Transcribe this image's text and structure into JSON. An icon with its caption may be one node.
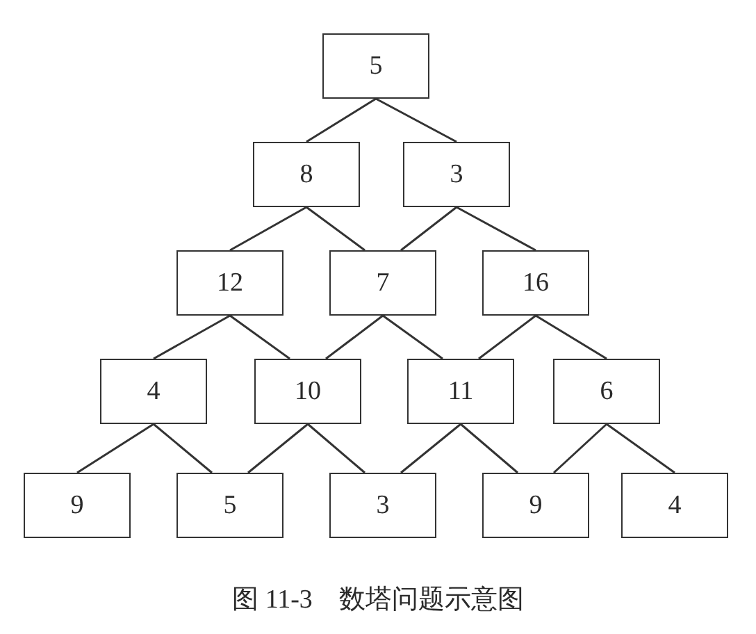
{
  "diagram": {
    "caption": "图 11-3　数塔问题示意图",
    "nodes": [
      {
        "text": [
          "5"
        ]
      },
      {
        "text": [
          "8"
        ]
      },
      {
        "text": [
          "3"
        ]
      },
      {
        "text": [
          "12"
        ]
      },
      {
        "text": [
          "7"
        ]
      },
      {
        "text": [
          "16"
        ]
      },
      {
        "text": [
          "4"
        ]
      },
      {
        "text": [
          "10"
        ]
      },
      {
        "text": [
          "11"
        ]
      },
      {
        "text": [
          "6"
        ]
      },
      {
        "text": [
          "9"
        ]
      },
      {
        "text": [
          "5"
        ]
      },
      {
        "text": [
          "3"
        ]
      },
      {
        "text": [
          "9"
        ]
      },
      {
        "text": [
          "4"
        ]
      }
    ],
    "edges": [
      {
        "from": 0,
        "to": 1,
        "arrow": "none"
      },
      {
        "from": 0,
        "to": 2,
        "arrow": "none"
      },
      {
        "from": 1,
        "to": 3,
        "arrow": "none"
      },
      {
        "from": 1,
        "to": 4,
        "arrow": "none"
      },
      {
        "from": 2,
        "to": 4,
        "arrow": "none"
      },
      {
        "from": 2,
        "to": 5,
        "arrow": "none"
      },
      {
        "from": 3,
        "to": 6,
        "arrow": "none"
      },
      {
        "from": 3,
        "to": 7,
        "arrow": "none"
      },
      {
        "from": 4,
        "to": 7,
        "arrow": "none"
      },
      {
        "from": 4,
        "to": 8,
        "arrow": "none"
      },
      {
        "from": 5,
        "to": 8,
        "arrow": "none"
      },
      {
        "from": 5,
        "to": 9,
        "arrow": "none"
      },
      {
        "from": 6,
        "to": 10,
        "arrow": "none"
      },
      {
        "from": 6,
        "to": 11,
        "arrow": "none"
      },
      {
        "from": 7,
        "to": 11,
        "arrow": "none"
      },
      {
        "from": 7,
        "to": 12,
        "arrow": "none"
      },
      {
        "from": 8,
        "to": 12,
        "arrow": "none"
      },
      {
        "from": 8,
        "to": 13,
        "arrow": "none"
      },
      {
        "from": 9,
        "to": 13,
        "arrow": "none"
      },
      {
        "from": 9,
        "to": 14,
        "arrow": "none"
      }
    ]
  }
}
